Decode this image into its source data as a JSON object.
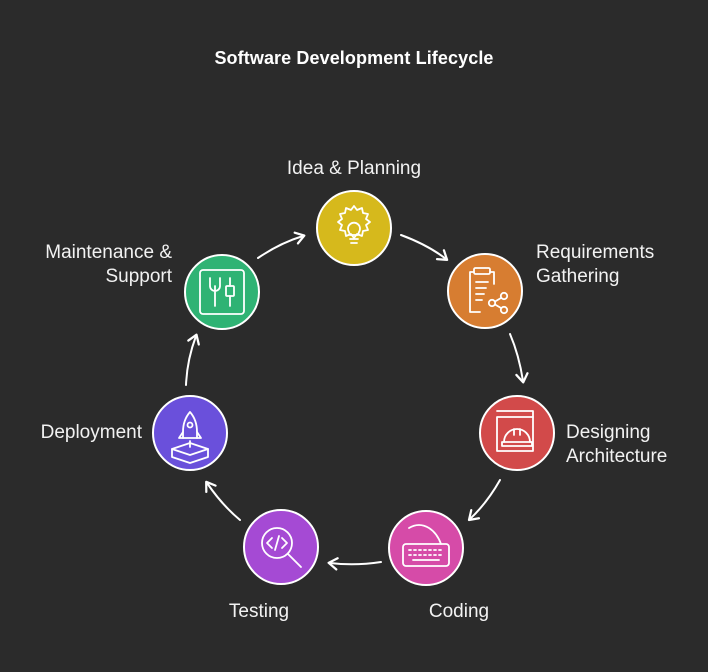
{
  "title": "Software Development Lifecycle",
  "steps": [
    {
      "lines": [
        "Idea & Planning"
      ],
      "icon": "lightbulb-gear-icon",
      "color": "#d6b91c"
    },
    {
      "lines": [
        "Requirements",
        "Gathering"
      ],
      "icon": "clipboard-share-icon",
      "color": "#d77d31"
    },
    {
      "lines": [
        "Designing",
        "Architecture"
      ],
      "icon": "hardhat-blueprint-icon",
      "color": "#d24a4a"
    },
    {
      "lines": [
        "Coding"
      ],
      "icon": "keyboard-icon",
      "color": "#d64ba8"
    },
    {
      "lines": [
        "Testing"
      ],
      "icon": "code-magnifier-icon",
      "color": "#a54ad4"
    },
    {
      "lines": [
        "Deployment"
      ],
      "icon": "rocket-launch-icon",
      "color": "#6a50db"
    },
    {
      "lines": [
        "Maintenance &",
        "Support"
      ],
      "icon": "tools-icon",
      "color": "#2fb374"
    }
  ]
}
